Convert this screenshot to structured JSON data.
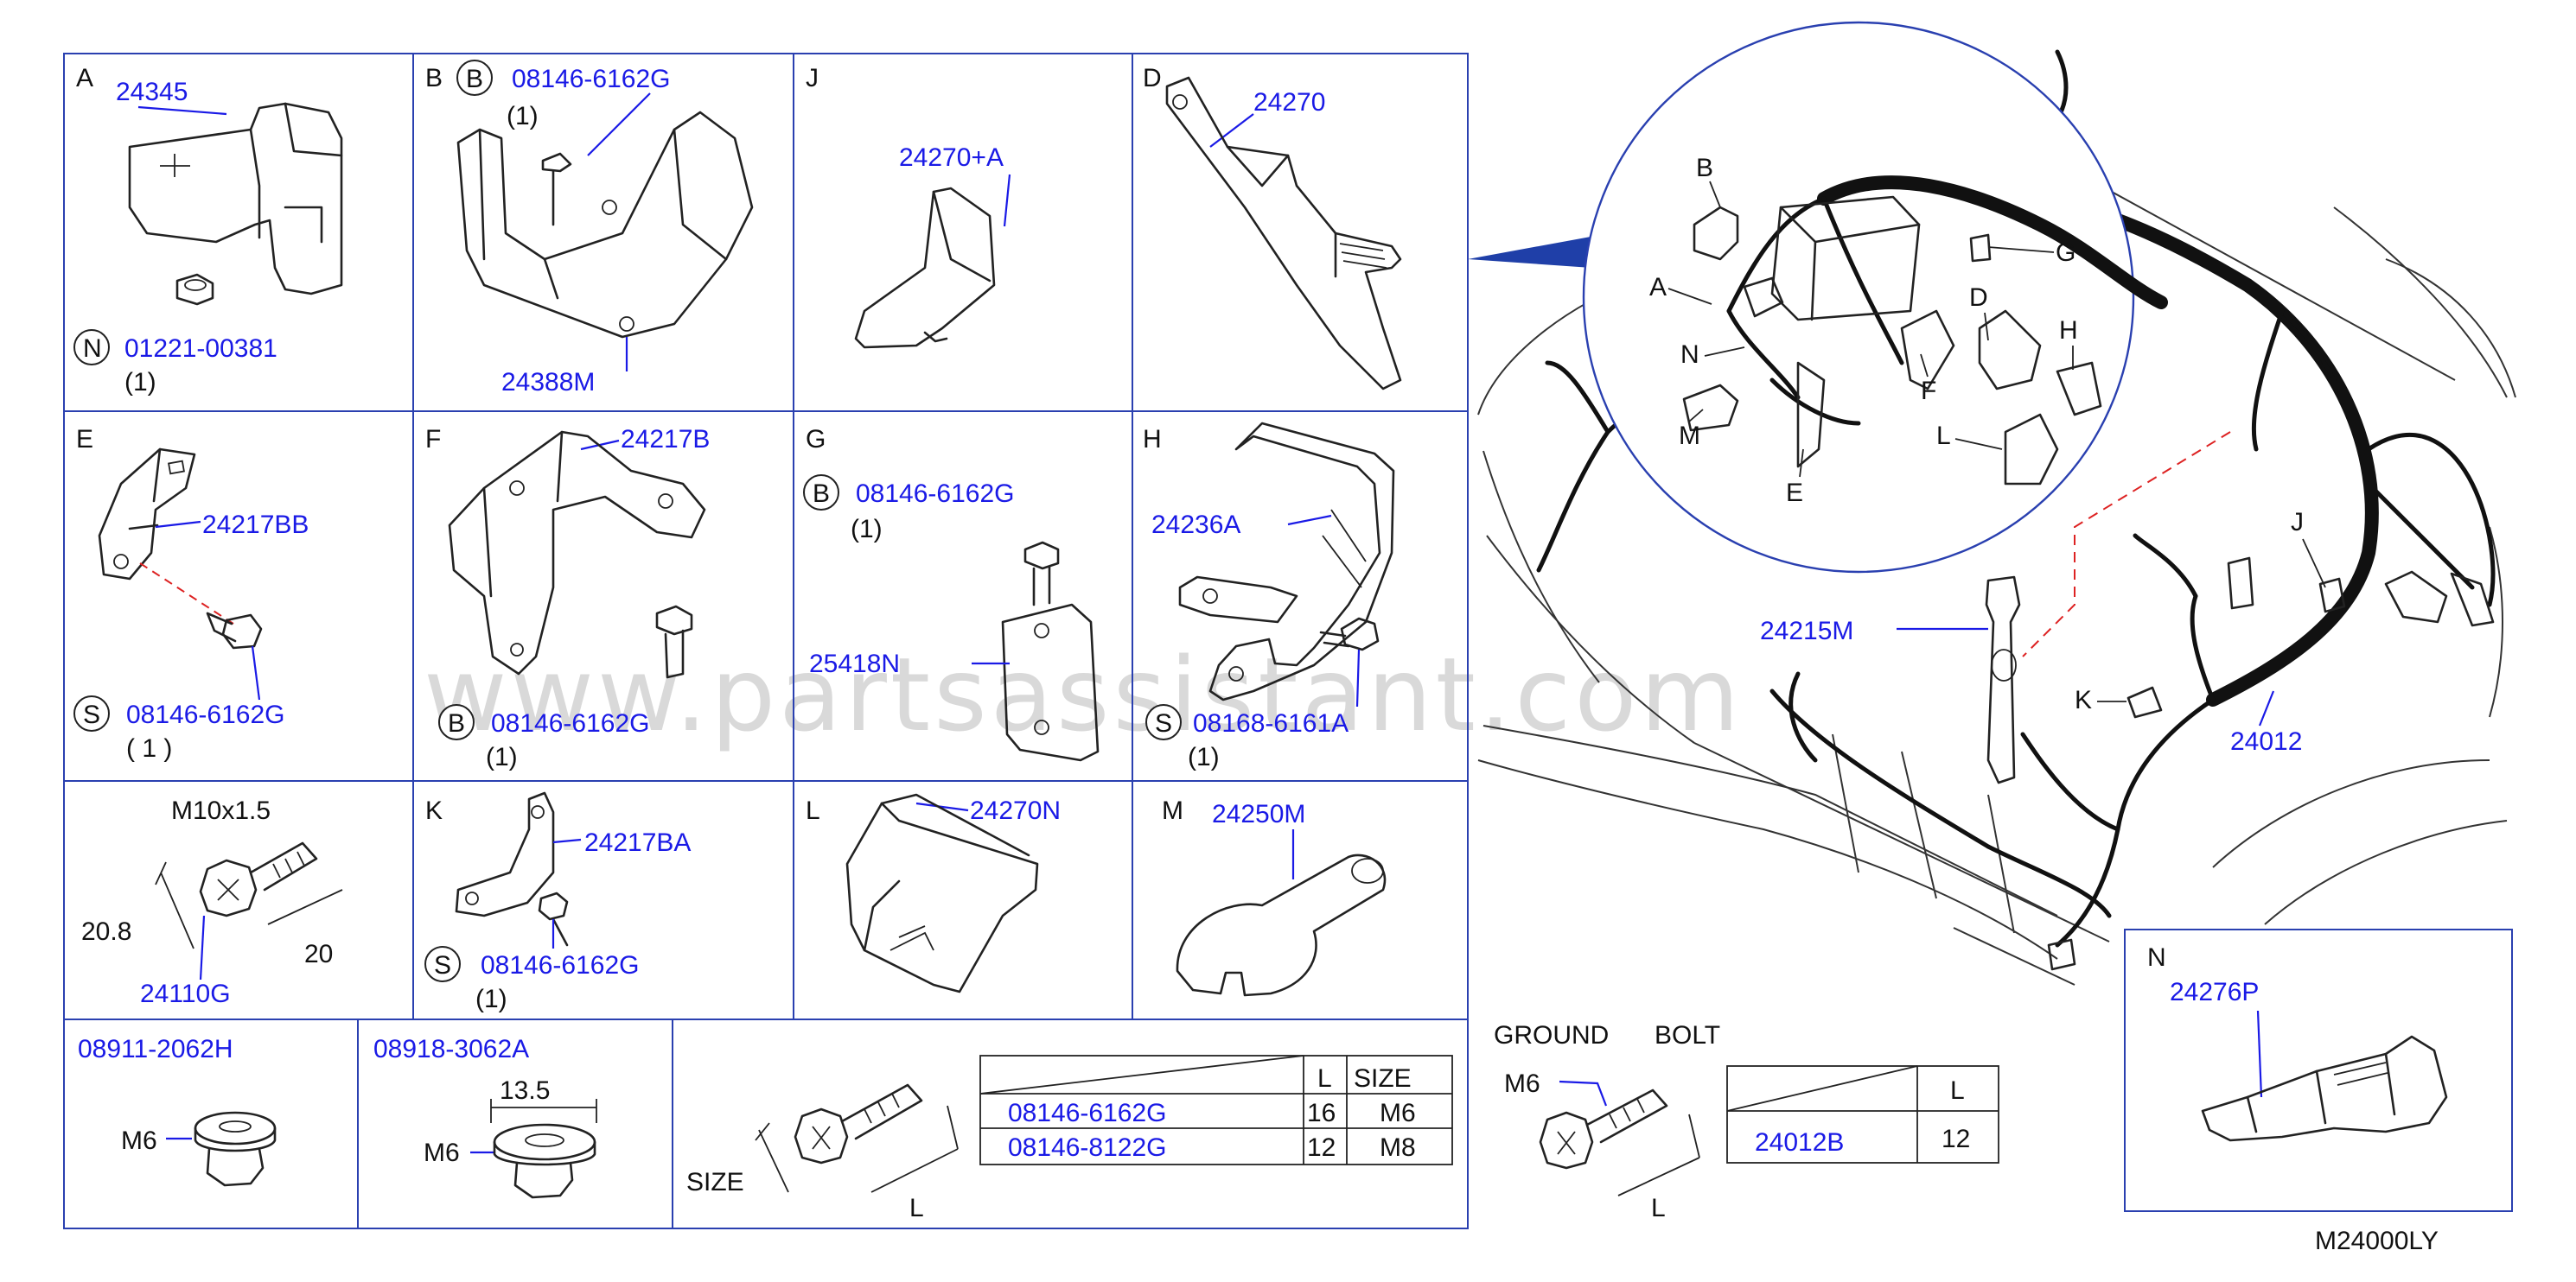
{
  "watermark": "www.partsassistant.com",
  "diagram_code": "M24000LY",
  "cells": {
    "A": {
      "letter": "A",
      "part": "24345",
      "nut_symbol": "N",
      "nut_part": "01221-00381",
      "nut_qty": "(1)"
    },
    "B": {
      "letter": "B",
      "bolt_symbol": "B",
      "bolt_part": "08146-6162G",
      "bolt_qty": "(1)",
      "part": "24388M"
    },
    "J": {
      "letter": "J",
      "part": "24270+A"
    },
    "D": {
      "letter": "D",
      "part": "24270"
    },
    "E": {
      "letter": "E",
      "part": "24217BB",
      "bolt_symbol": "S",
      "bolt_part": "08146-6162G",
      "bolt_qty": "( 1 )"
    },
    "F": {
      "letter": "F",
      "part": "24217B",
      "bolt_symbol": "B",
      "bolt_part": "08146-6162G",
      "bolt_qty": "(1)"
    },
    "G": {
      "letter": "G",
      "bolt_symbol": "B",
      "bolt_part": "08146-6162G",
      "bolt_qty": "(1)",
      "part": "25418N"
    },
    "H": {
      "letter": "H",
      "part": "24236A",
      "bolt_symbol": "S",
      "bolt_part": "08168-6161A",
      "bolt_qty": "(1)"
    },
    "bolt": {
      "thread": "M10x1.5",
      "length": "20.8",
      "dim": "20",
      "part": "24110G"
    },
    "K": {
      "letter": "K",
      "part": "24217BA",
      "bolt_symbol": "S",
      "bolt_part": "08146-6162G",
      "bolt_qty": "(1)"
    },
    "L": {
      "letter": "L",
      "part": "24270N"
    },
    "M": {
      "letter": "M",
      "part": "24250M"
    },
    "nut1": {
      "part": "08911-2062H",
      "size": "M6"
    },
    "nut2": {
      "part": "08918-3062A",
      "size": "M6",
      "dim": "13.5"
    }
  },
  "bolt_table": {
    "size_label": "SIZE",
    "length_label": "L",
    "headers": [
      "L",
      "SIZE"
    ],
    "rows": [
      {
        "part": "08146-6162G",
        "L": "16",
        "size": "M6"
      },
      {
        "part": "08146-8122G",
        "L": "12",
        "size": "M8"
      }
    ]
  },
  "ground_bolt": {
    "title_left": "GROUND",
    "title_right": "BOLT",
    "size": "M6",
    "length_label": "L",
    "header": "L",
    "row": {
      "part": "24012B",
      "L": "12"
    }
  },
  "overview": {
    "callouts": [
      "B",
      "G",
      "A",
      "D",
      "N",
      "H",
      "F",
      "M",
      "L",
      "E",
      "J",
      "K"
    ],
    "part_clip": "24215M",
    "part_harness": "24012"
  },
  "inset_N": {
    "letter": "N",
    "part": "24276P"
  }
}
